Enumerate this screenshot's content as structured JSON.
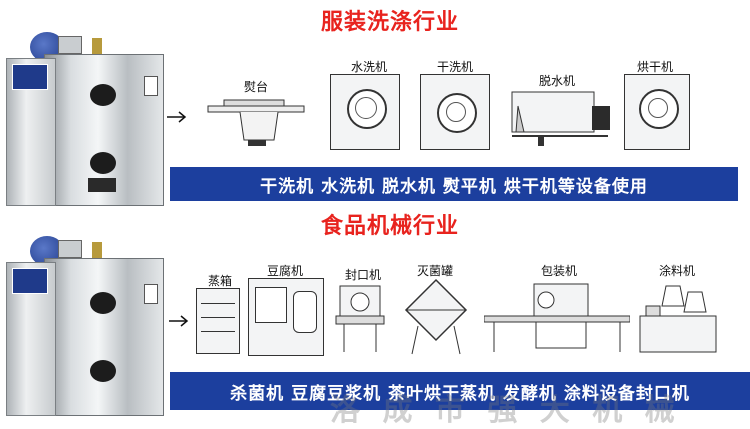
{
  "sections": [
    {
      "title": "服装洗涤行业",
      "band_text": "干洗机 水洗机 脱水机 熨平机 烘干机等设备使用",
      "equipment": [
        "熨台",
        "水洗机",
        "干洗机",
        "脱水机",
        "烘干机"
      ]
    },
    {
      "title": "食品机械行业",
      "band_text": "杀菌机 豆腐豆浆机 茶叶烘干蒸机 发酵机 涂料设备封口机",
      "equipment": [
        "蒸箱",
        "豆腐机",
        "封口机",
        "灭菌罐",
        "包装机",
        "涂料机"
      ]
    }
  ],
  "watermark": "洛 成 市 强 大 机 械",
  "colors": {
    "title_red": "#e8231e",
    "band_blue": "#1c3f9e"
  },
  "icons": [
    "steam-boiler-icon",
    "arrow-right-icon"
  ]
}
